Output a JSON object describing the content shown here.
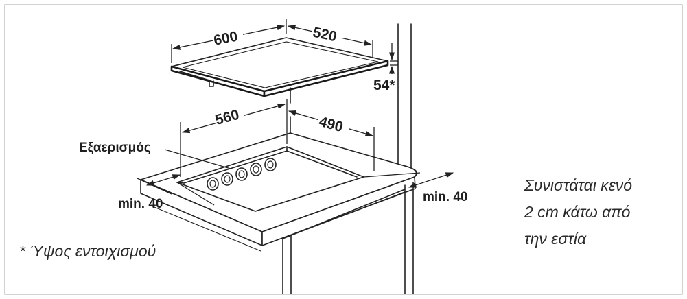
{
  "dimensions": {
    "hob_width": "600",
    "hob_depth": "520",
    "hob_height": "54*",
    "cutout_width": "560",
    "cutout_depth": "490",
    "front_clearance": "min. 40",
    "rear_clearance": "min. 40"
  },
  "labels": {
    "ventilation": "Εξαερισμός",
    "footnote": "* Ύψος εντοιχισμού"
  },
  "side_note": {
    "line1": "Συνιστάται κενό",
    "line2": "2 cm κάτω από",
    "line3": "την εστία"
  }
}
